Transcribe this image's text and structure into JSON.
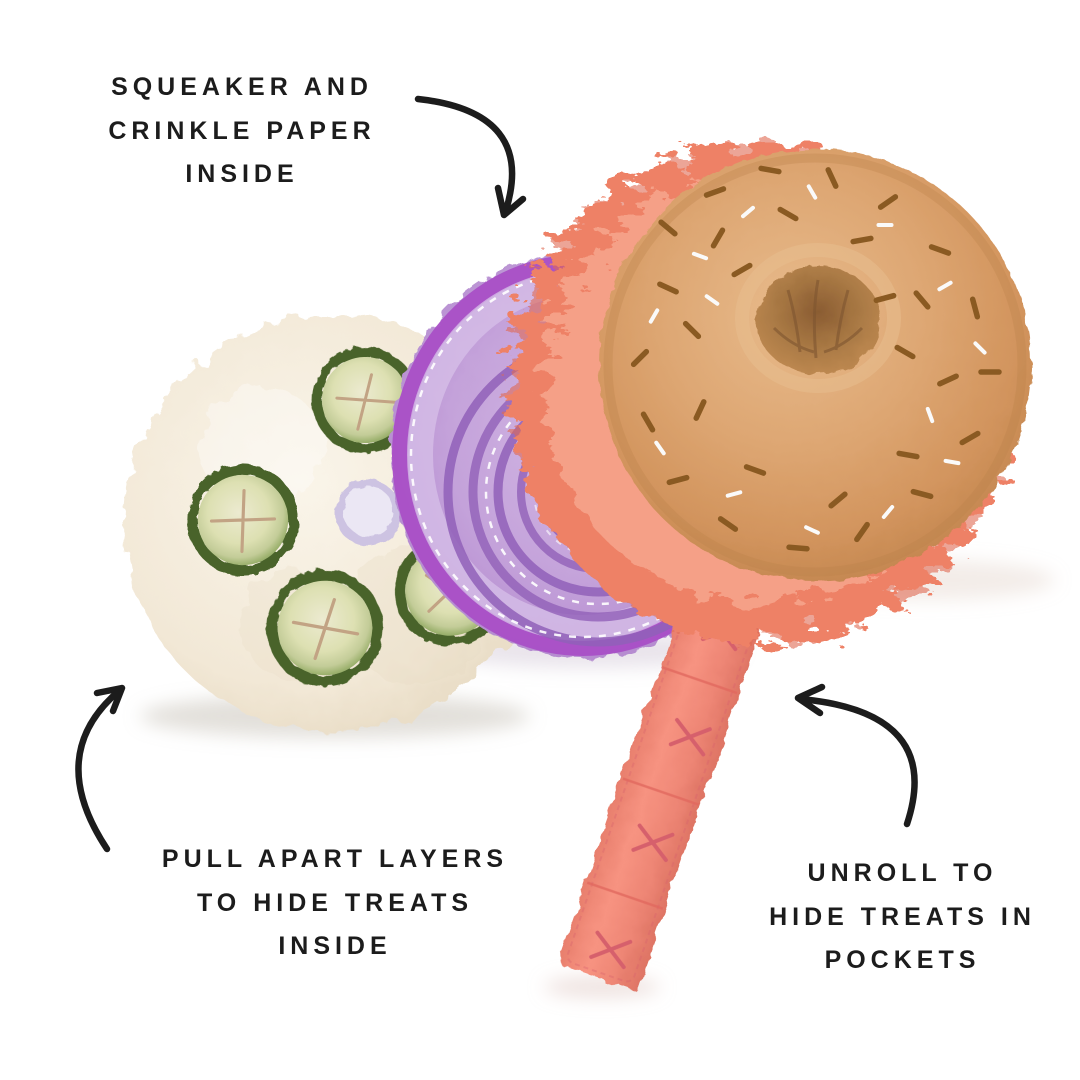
{
  "annotations": {
    "top_left": {
      "lines": [
        "SQUEAKER AND",
        "CRINKLE PAPER",
        "INSIDE"
      ]
    },
    "bottom_left": {
      "lines": [
        "PULL APART LAYERS",
        "TO HIDE TREATS",
        "INSIDE"
      ]
    },
    "bottom_right": {
      "lines": [
        "UNROLL TO",
        "HIDE TREATS IN",
        "POCKETS"
      ]
    }
  },
  "colors": {
    "background": "#ffffff",
    "ink": "#1c1c1c",
    "cream": "#f2e8d6",
    "cream_hi": "#faf5ea",
    "cucumber_ring": "#49632a",
    "stitch_tan": "#c2a384",
    "velcro": "#cdc3e2",
    "velcro_hi": "#ebe7f4",
    "onion_base": "#c4a0da",
    "onion_rim": "#a94fc6",
    "onion_ring": "#9160b8",
    "onion_light": "#d7c0e8",
    "stitch_white": "#ffffff",
    "lox": "#ee8166",
    "lox_hi": "#f8ab92",
    "lox_deep": "#e06b52",
    "bagel_hi": "#e7bd8e",
    "bagel_deep": "#b98049",
    "seed_brown": "#8a5a22",
    "seed_white": "#fafafa",
    "strap_stitch": "#d6606c",
    "strap_seam": "#e2695f",
    "shadow": "#b9b1a4"
  }
}
